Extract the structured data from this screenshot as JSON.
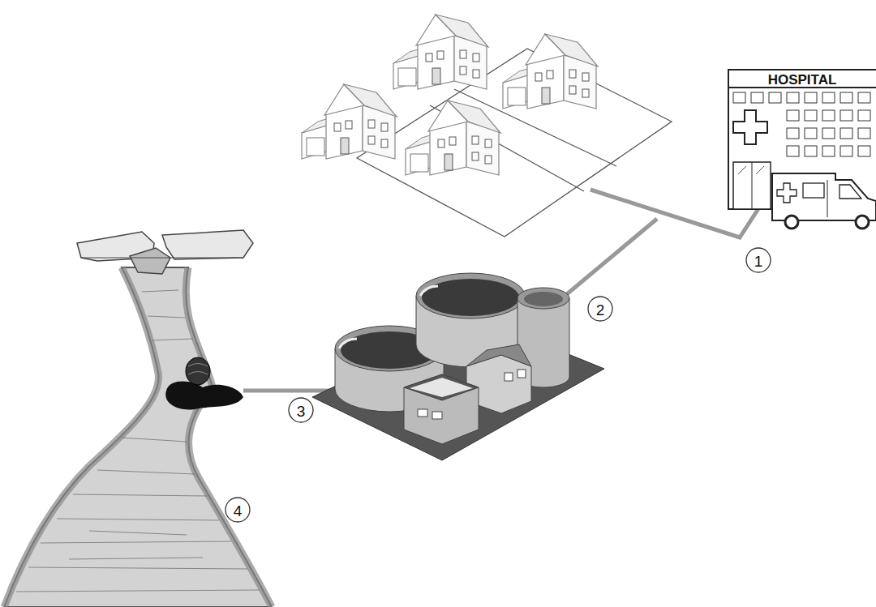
{
  "diagram": {
    "labels": [
      "HOSPITAL",
      "1",
      "2",
      "3",
      "4"
    ]
  }
}
